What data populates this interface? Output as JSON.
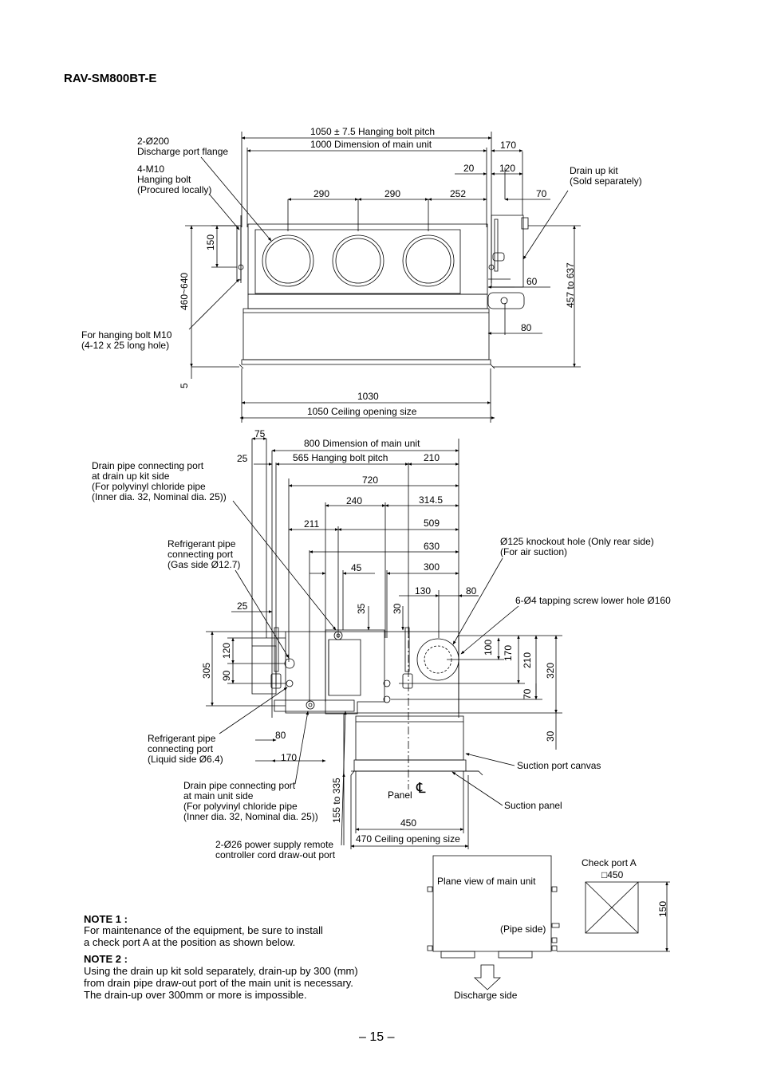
{
  "title": "RAV-SM800BT-E",
  "top_view": {
    "dims": {
      "pitch_1050": "1050 ± 7.5 Hanging bolt pitch",
      "main_1000": "1000 Dimension of main unit",
      "d170": "170",
      "d20": "20",
      "d120": "120",
      "d290a": "290",
      "d290b": "290",
      "d252": "252",
      "d70": "70",
      "d150": "150",
      "d460": "460~640",
      "d60": "60",
      "d80": "80",
      "d457": "457 to 637",
      "d5": "5",
      "d1030": "1030",
      "d1050_ceiling": "1050 Ceiling opening size"
    },
    "labels": {
      "discharge_flange": "2-Ø200\nDischarge port flange",
      "hanging_bolt": "4-M10\nHanging bolt\n(Procured locally)",
      "drain_up_kit": "Drain up kit\n(Sold separately)",
      "hanging_hole": "For hanging bolt M10\n(4-12 x 25 long hole)"
    }
  },
  "side_view": {
    "dims": {
      "d75": "75",
      "d800": "800 Dimension of main unit",
      "d25a": "25",
      "d565": "565 Hanging bolt pitch",
      "d210": "210",
      "d720": "720",
      "d240": "240",
      "d314": "314.5",
      "d211": "211",
      "d509": "509",
      "d630": "630",
      "d45": "45",
      "d300": "300",
      "d130": "130",
      "d80a": "80",
      "d25b": "25",
      "d35": "35",
      "d30a": "30",
      "d120": "120",
      "d305": "305",
      "d90": "90",
      "d100": "100",
      "d170v": "170",
      "d210v": "210",
      "d320": "320",
      "d70": "70",
      "d30b": "30",
      "d80b": "80",
      "d170h": "170",
      "d155": "155 to 335",
      "d450": "450",
      "d470": "470 Ceiling opening size",
      "panel": "Panel"
    },
    "labels": {
      "drain_kit_side": "Drain pipe connecting port\nat drain up kit side\n(For polyvinyl chloride pipe\n(Inner dia. 32, Nominal dia. 25))",
      "ref_gas": "Refrigerant pipe\nconnecting port\n(Gas side Ø12.7)",
      "knockout": "Ø125 knockout hole (Only rear side)\n(For air suction)",
      "tapping": "6-Ø4 tapping screw lower hole Ø160",
      "ref_liquid": "Refrigerant pipe\nconnecting port\n(Liquid side Ø6.4)",
      "suction_canvas": "Suction port canvas",
      "drain_main_side": "Drain pipe connecting port\nat main unit side\n(For polyvinyl chloride pipe\n(Inner dia. 32, Nominal dia. 25))",
      "suction_panel": "Suction panel",
      "power_cord": "2-Ø26 power supply remote\ncontroller cord draw-out port"
    }
  },
  "plan_view": {
    "label": "Plane view of main unit",
    "pipe_side": "(Pipe side)",
    "check_port": "Check port A",
    "check_size": "□450",
    "d150": "150",
    "discharge_side": "Discharge side"
  },
  "notes": {
    "note1_title": "NOTE 1 :",
    "note1_text": "For maintenance of the equipment, be sure to install\na check port A at the position as shown below.",
    "note2_title": "NOTE 2 :",
    "note2_text": "Using the drain up kit sold separately, drain-up by 300 (mm)\nfrom drain pipe draw-out port of the main unit is necessary.\nThe drain-up over 300mm or more is impossible."
  },
  "page_number": "– 15 –"
}
